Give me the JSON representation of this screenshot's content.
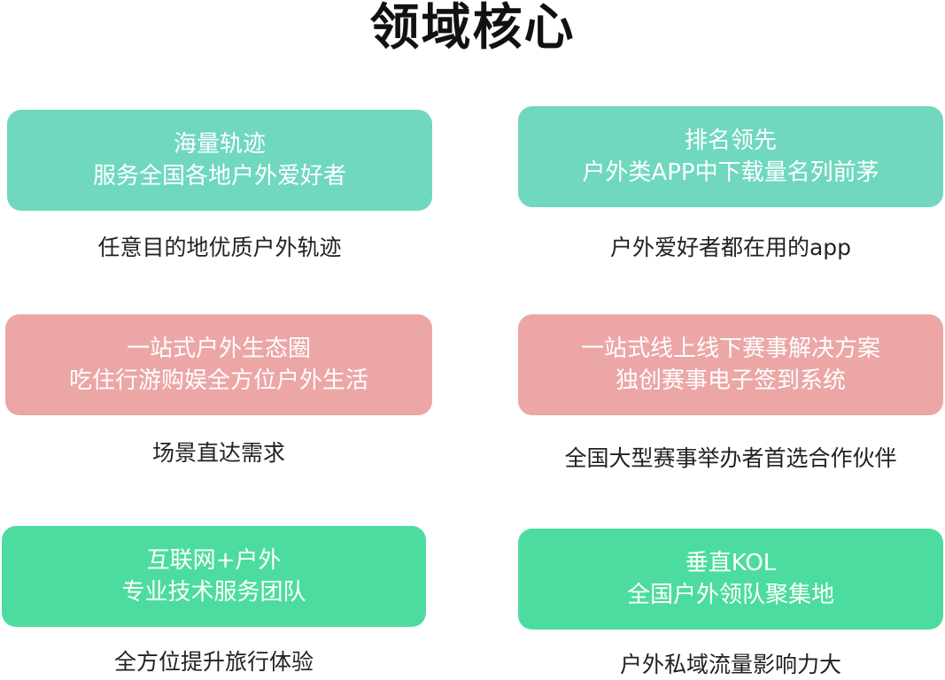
{
  "title": "领域核心",
  "colors": {
    "teal": "#6fd8bf",
    "pink": "#eca6a6",
    "green": "#4ddc9f"
  },
  "cards": [
    {
      "line1": "海量轨迹",
      "line2": "服务全国各地户外爱好者",
      "caption": "任意目的地优质户外轨迹"
    },
    {
      "line1": "排名领先",
      "line2": "户外类APP中下载量名列前茅",
      "caption": "户外爱好者都在用的app"
    },
    {
      "line1": "一站式户外生态圈",
      "line2": "吃住行游购娱全方位户外生活",
      "caption": "场景直达需求"
    },
    {
      "line1": "一站式线上线下赛事解决方案",
      "line2": "独创赛事电子签到系统",
      "caption": "全国大型赛事举办者首选合作伙伴"
    },
    {
      "line1": "互联网+户外",
      "line2": "专业技术服务团队",
      "caption": "全方位提升旅行体验"
    },
    {
      "line1": "垂直KOL",
      "line2": "全国户外领队聚集地",
      "caption": "户外私域流量影响力大"
    }
  ]
}
